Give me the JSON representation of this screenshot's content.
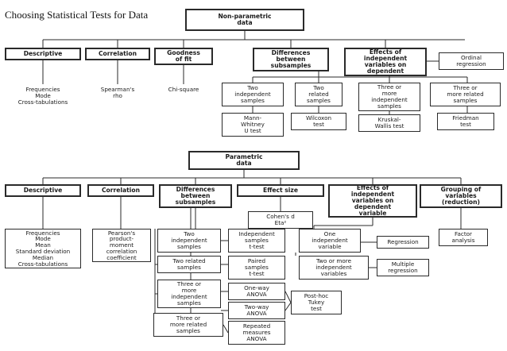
{
  "title": "Choosing Statistical Tests for Data",
  "nonparametric": {
    "root": [
      "Non-parametric",
      "data"
    ],
    "categories": {
      "descriptive": [
        "Descriptive"
      ],
      "correlation": [
        "Correlation"
      ],
      "goodness": [
        "Goodness",
        "of fit"
      ],
      "differences": [
        "Differences",
        "between",
        "subsamples"
      ],
      "effects": [
        "Effects of",
        "independent",
        "variables on",
        "dependent"
      ],
      "ordinal": [
        "Ordinal",
        "regression"
      ]
    },
    "tests": {
      "descriptive": [
        "Frequencies",
        "Mode",
        "Cross-tabulations"
      ],
      "correlation": [
        "Spearman's",
        "rho"
      ],
      "goodness": [
        "Chi-square"
      ],
      "two_independent": [
        "Two",
        "independent",
        "samples"
      ],
      "two_related": [
        "Two",
        "related",
        "samples"
      ],
      "three_independent": [
        "Three or",
        "more",
        "independent",
        "samples"
      ],
      "three_related": [
        "Three or",
        "more related",
        "samples"
      ],
      "mann_whitney": [
        "Mann-",
        "Whitney",
        "U test"
      ],
      "wilcoxon": [
        "Wilcoxon",
        "test"
      ],
      "kruskal": [
        "Kruskal-",
        "Wallis test"
      ],
      "friedman": [
        "Friedman",
        "test"
      ]
    }
  },
  "parametric": {
    "root": [
      "Parametric",
      "data"
    ],
    "categories": {
      "descriptive": [
        "Descriptive"
      ],
      "correlation": [
        "Correlation"
      ],
      "differences": [
        "Differences",
        "between",
        "subsamples"
      ],
      "effect_size": [
        "Effect size"
      ],
      "effects": [
        "Effects of",
        "independent",
        "variables on",
        "dependent",
        "variable"
      ],
      "grouping": [
        "Grouping of",
        "variables",
        "(reduction)"
      ]
    },
    "tests": {
      "descriptive": [
        "Frequencies",
        "Mode",
        "Mean",
        "Standard deviation",
        "Median",
        "Cross-tabulations"
      ],
      "correlation": [
        "Pearson's",
        "product-",
        "moment",
        "correlation",
        "coefficient"
      ],
      "cohens": [
        "Cohen's d",
        "Eta²"
      ],
      "two_independent": [
        "Two",
        "independent",
        "samples"
      ],
      "two_related": [
        "Two related",
        "samples"
      ],
      "three_independent": [
        "Three or",
        "more",
        "independent",
        "samples"
      ],
      "three_related": [
        "Three or",
        "more related",
        "samples"
      ],
      "independent_t": [
        "Independent",
        "samples",
        "t-test"
      ],
      "paired_t": [
        "Paired",
        "samples",
        "t-test"
      ],
      "oneway": [
        "One-way",
        "ANOVA"
      ],
      "twoway": [
        "Two-way",
        "ANOVA"
      ],
      "repeated": [
        "Repeated",
        "measures",
        "ANOVA"
      ],
      "posthoc": [
        "Post-hoc",
        "Tukey",
        "test"
      ],
      "one_independent": [
        "One",
        "independent",
        "variable"
      ],
      "two_more_independent": [
        "Two or more",
        "independent",
        "variables"
      ],
      "regression": [
        "Regression"
      ],
      "multiple_regression": [
        "Multiple",
        "regression"
      ],
      "factor": [
        "Factor",
        "analysis"
      ]
    }
  }
}
